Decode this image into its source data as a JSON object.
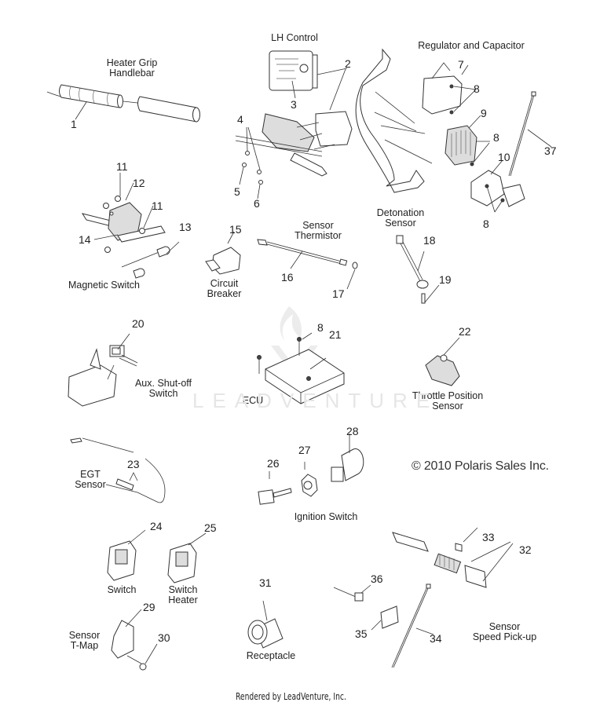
{
  "diagram": {
    "type": "exploded-parts-diagram",
    "copyright": "© 2010 Polaris Sales Inc.",
    "footer": "Rendered by LeadVenture, Inc.",
    "watermark": "LEADVENTURE",
    "section_labels": {
      "heater_grip": "Heater Grip\nHandlebar",
      "lh_control": "LH Control",
      "regulator": "Regulator and Capacitor",
      "magnetic_switch": "Magnetic Switch",
      "circuit_breaker": "Circuit\nBreaker",
      "sensor_thermistor": "Sensor\nThermistor",
      "detonation_sensor": "Detonation\nSensor",
      "aux_shutoff": "Aux. Shut-off\nSwitch",
      "ecu": "ECU",
      "throttle_position": "Throttle Position\nSensor",
      "egt_sensor": "EGT\nSensor",
      "ignition_switch": "Ignition Switch",
      "switch": "Switch",
      "switch_heater": "Switch\nHeater",
      "sensor_tmap": "Sensor\nT-Map",
      "receptacle": "Receptacle",
      "speed_pickup": "Sensor\nSpeed Pick-up"
    },
    "callouts": [
      "1",
      "2",
      "3",
      "4",
      "5",
      "6",
      "7",
      "8",
      "8",
      "8",
      "9",
      "10",
      "11",
      "12",
      "11",
      "13",
      "14",
      "15",
      "16",
      "17",
      "18",
      "19",
      "8",
      "20",
      "21",
      "22",
      "23",
      "26",
      "27",
      "28",
      "24",
      "25",
      "29",
      "30",
      "31",
      "36",
      "35",
      "34",
      "33",
      "32",
      "37"
    ]
  }
}
